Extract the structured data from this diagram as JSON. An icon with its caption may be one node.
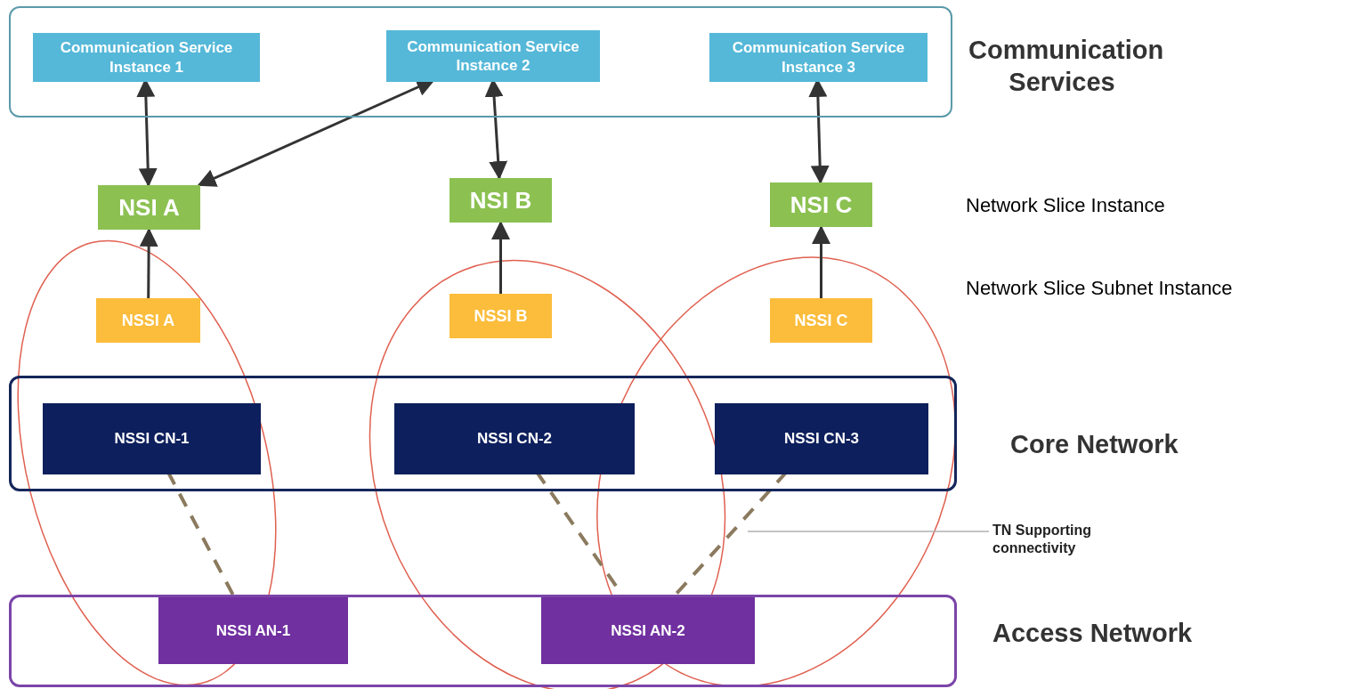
{
  "diagram": {
    "nodes": [
      {
        "text": [],
        "shape": "box"
      },
      {
        "text": [
          "Communication Service Instance 1"
        ],
        "in": 0
      },
      {
        "text": [
          "Communication Service Instance 2"
        ],
        "in": 0
      },
      {
        "text": [
          "Communication Service Instance 3"
        ],
        "in": 0
      },
      {
        "text": [
          "NSI A"
        ]
      },
      {
        "text": [
          "NSI B"
        ]
      },
      {
        "text": [
          "NSI C"
        ]
      },
      {
        "text": [
          "NSSI A"
        ]
      },
      {
        "text": [
          "NSSI B"
        ]
      },
      {
        "text": [
          "NSSI C"
        ]
      },
      {
        "text": [],
        "shape": "box"
      },
      {
        "text": [
          "NSSI CN-1"
        ],
        "in": 10
      },
      {
        "text": [
          "NSSI CN-2"
        ],
        "in": 10
      },
      {
        "text": [
          "NSSI CN-3"
        ],
        "in": 10
      },
      {
        "text": [],
        "shape": "box"
      },
      {
        "text": [
          "NSSI AN-1"
        ],
        "in": 14
      },
      {
        "text": [
          "NSSI AN-2"
        ],
        "in": 14
      },
      {
        "text": [
          "TN Supporting connectivity"
        ]
      }
    ],
    "edges": [
      {
        "from": 4,
        "to": 1,
        "arrow": "both"
      },
      {
        "from": 4,
        "to": 2,
        "arrow": "both"
      },
      {
        "from": 5,
        "to": 2,
        "arrow": "both"
      },
      {
        "from": 6,
        "to": 3,
        "arrow": "both"
      },
      {
        "from": 7,
        "to": 4,
        "arrow": "to"
      },
      {
        "from": 8,
        "to": 5,
        "arrow": "to"
      },
      {
        "from": 9,
        "to": 6,
        "arrow": "to"
      },
      {
        "from": 11,
        "to": 15,
        "arrow": "none",
        "style": "dashed",
        "color": "#8b7a5e"
      },
      {
        "from": 12,
        "to": 16,
        "arrow": "none",
        "style": "dashed",
        "color": "#8b7a5e"
      },
      {
        "from": 13,
        "to": 16,
        "arrow": "none",
        "style": "dashed",
        "color": "#8b7a5e"
      },
      {
        "from": 17,
        "to": null,
        "arrow": "none",
        "color": "#b0b0b0"
      }
    ],
    "labels": [
      "Communication Services",
      "Network Slice Instance",
      "Network Slice Subnet Instance",
      "Core Network",
      "Access Network"
    ]
  }
}
